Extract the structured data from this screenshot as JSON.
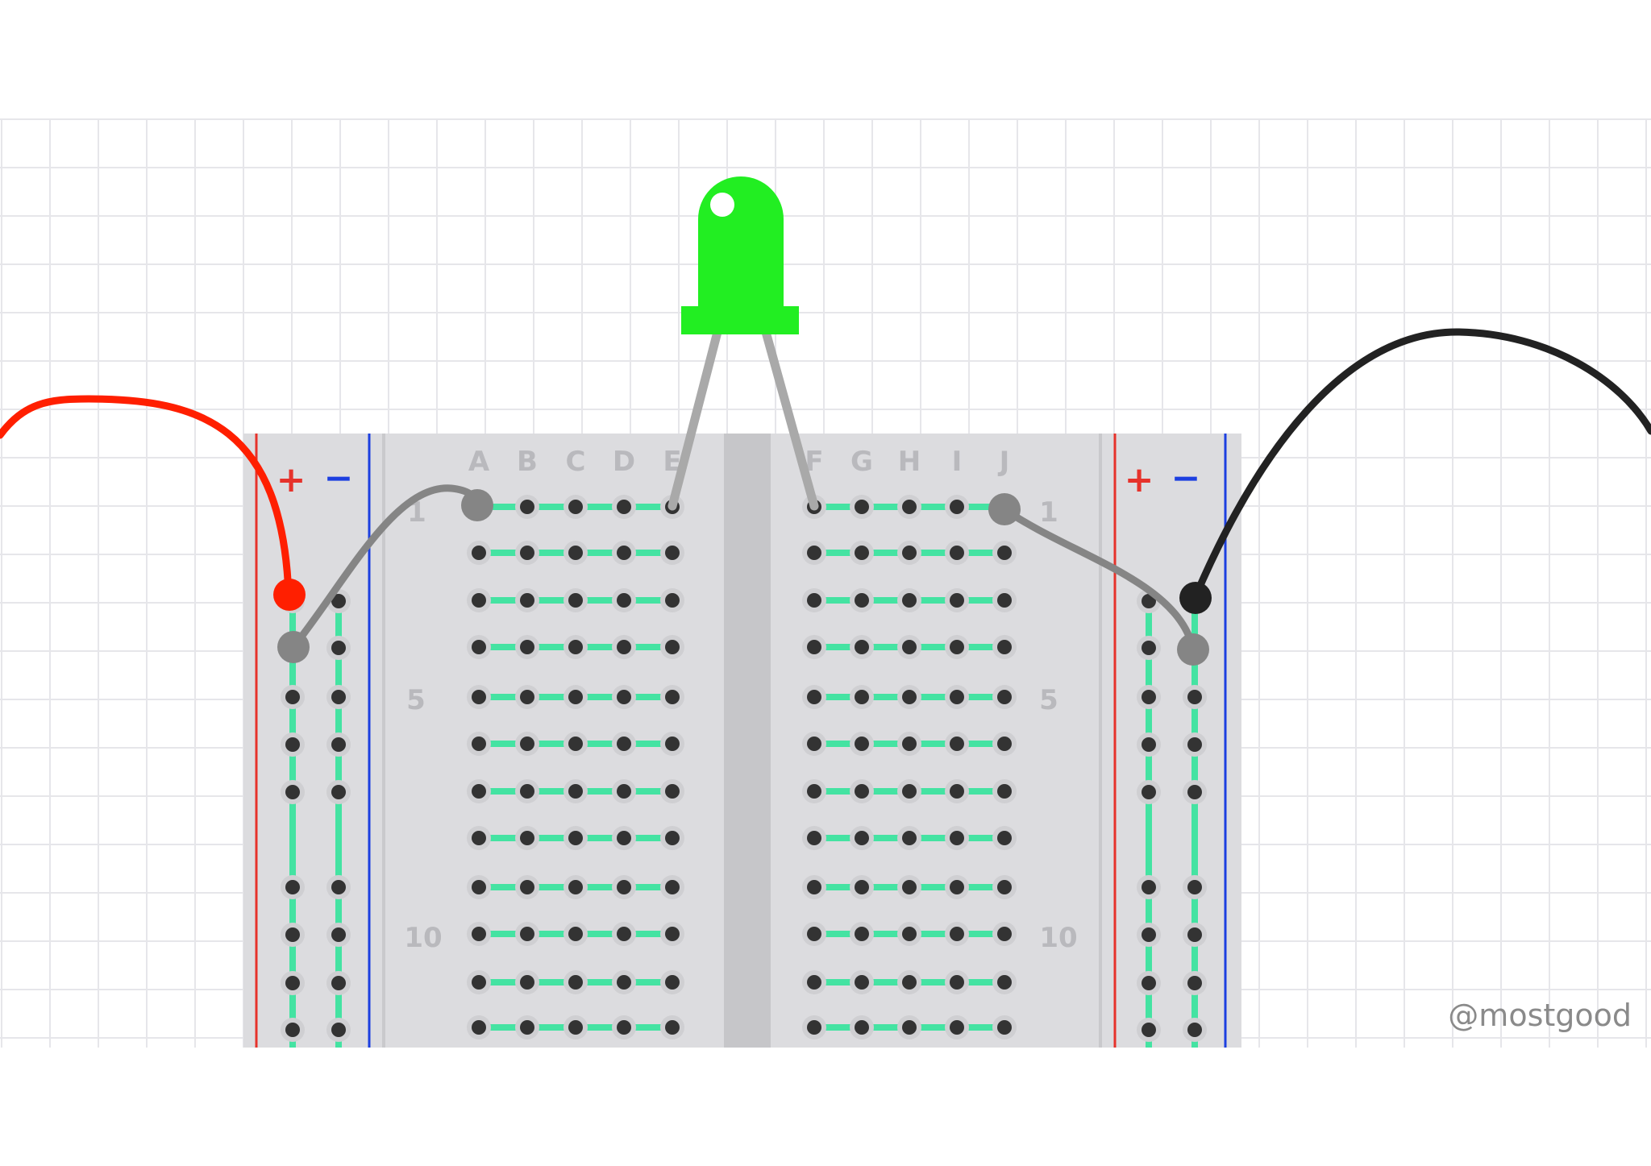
{
  "breadboard": {
    "column_labels_left": [
      "A",
      "B",
      "C",
      "D",
      "E"
    ],
    "column_labels_right": [
      "F",
      "G",
      "H",
      "I",
      "J"
    ],
    "row_labels": [
      "1",
      "5",
      "10"
    ],
    "rail_plus": "+",
    "rail_minus": "−"
  },
  "colors": {
    "background_grid": "#e6e6ea",
    "board": "#dcdcdf",
    "board_edge": "#c9c9cc",
    "center_channel": "#c6c6c9",
    "connection_strip": "#44e3a2",
    "hole": "#333333",
    "rail_red": "#e6322b",
    "rail_blue": "#1c3fe0",
    "led": "#22ee22",
    "led_leg": "#a9a9a9",
    "wire_red": "#ff1f00",
    "wire_black": "#222222",
    "wire_gray": "#858585"
  },
  "components": {
    "led": {
      "name": "green-led",
      "legs": [
        "E1",
        "F1"
      ]
    },
    "wires": [
      {
        "name": "red-wire",
        "from": "off-board-left",
        "to": "left-rail-plus-row1"
      },
      {
        "name": "gray-wire-left",
        "from": "left-rail-plus-row2",
        "to": "A1"
      },
      {
        "name": "gray-wire-right",
        "from": "J1",
        "to": "right-rail-minus-row2"
      },
      {
        "name": "black-wire",
        "from": "right-rail-minus-row1",
        "to": "off-board-right"
      }
    ]
  },
  "watermark": "@mostgood"
}
